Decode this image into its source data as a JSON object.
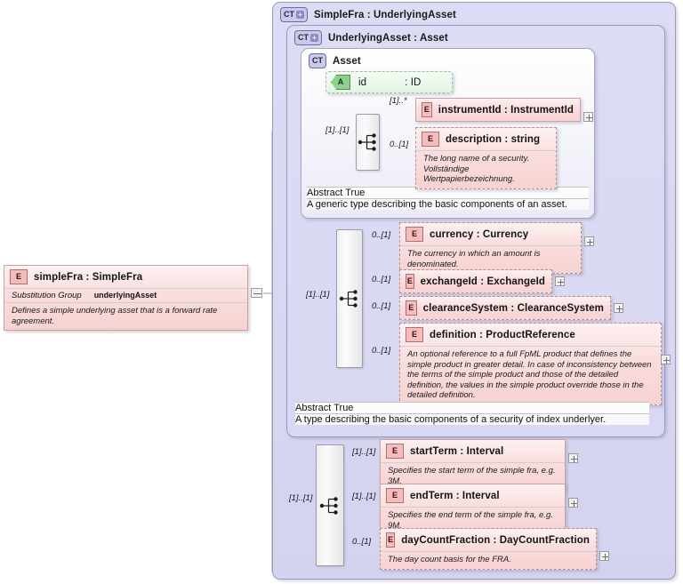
{
  "diagram": {
    "kind": "xsd-schema-diagram",
    "colors": {
      "container_fill": "#dcdcf4",
      "container_border": "#9a9ac0",
      "element_fill": "#fadddd",
      "element_border": "#c9a2a2",
      "attribute_fill": "#e4f4e4",
      "attribute_border": "#9fbf9f",
      "badge_ct_fill": "#c9c9ea",
      "badge_e_fill": "#f3bdbd",
      "badge_a_fill": "#8fd08f"
    }
  },
  "root_element": {
    "badge": "E",
    "name": "simpleFra",
    "type": "SimpleFra",
    "title": "simpleFra : SimpleFra",
    "property_key": "Substitution Group",
    "property_value": "underlyingAsset",
    "documentation": "Defines a simple underlying asset that is a forward rate agreement.",
    "collapse_control": "minus-icon"
  },
  "containers": [
    {
      "badge": "CT",
      "expand": "+",
      "name": "SimpleFra",
      "type": "UnderlyingAsset",
      "title": "SimpleFra : UnderlyingAsset"
    },
    {
      "badge": "CT",
      "expand": "+",
      "name": "UnderlyingAsset",
      "type": "Asset",
      "title": "UnderlyingAsset : Asset"
    },
    {
      "badge": "CT",
      "expand": "",
      "name": "Asset",
      "type": "",
      "title": "Asset"
    }
  ],
  "asset_group": {
    "attribute": {
      "badge": "A",
      "name": "id",
      "type": ": ID",
      "title": "id"
    },
    "sequence_cardinality": "[1]..[1]",
    "children": [
      {
        "badge": "E",
        "title": "instrumentId : InstrumentId",
        "cardinality": "[1]..*",
        "optional": false,
        "documentation": "",
        "expand": "+"
      },
      {
        "badge": "E",
        "title": "description : string",
        "cardinality": "0..[1]",
        "optional": true,
        "documentation": "The long name of a security.\nVollständige Wertpapierbezeichnung.",
        "expand": ""
      }
    ],
    "info": {
      "key": "Abstract",
      "value": "True",
      "documentation": "A generic type describing the basic components of an asset."
    }
  },
  "underlying_group": {
    "sequence_cardinality": "[1]..[1]",
    "children": [
      {
        "badge": "E",
        "title": "currency : Currency",
        "cardinality": "0..[1]",
        "optional": true,
        "documentation": "The currency in which an amount is denominated.",
        "expand": "+"
      },
      {
        "badge": "E",
        "title": "exchangeId : ExchangeId",
        "cardinality": "0..[1]",
        "optional": true,
        "documentation": "",
        "expand": "+"
      },
      {
        "badge": "E",
        "title": "clearanceSystem : ClearanceSystem",
        "cardinality": "0..[1]",
        "optional": true,
        "documentation": "",
        "expand": "+"
      },
      {
        "badge": "E",
        "title": "definition : ProductReference",
        "cardinality": "0..[1]",
        "optional": true,
        "documentation": "An optional reference to a full FpML product that defines the simple product in greater detail. In case of inconsistency between the terms of the simple product and those of the detailed definition, the values in the simple product override those in the detailed definition.",
        "expand": "+"
      }
    ],
    "info": {
      "key": "Abstract",
      "value": "True",
      "documentation": "A type describing the basic components of a security of index underlyer."
    }
  },
  "simplefra_group": {
    "sequence_cardinality": "[1]..[1]",
    "children": [
      {
        "badge": "E",
        "title": "startTerm : Interval",
        "cardinality": "[1]..[1]",
        "optional": false,
        "documentation": "Specifies the start term of the simple fra, e.g. 3M.",
        "expand": "+"
      },
      {
        "badge": "E",
        "title": "endTerm : Interval",
        "cardinality": "[1]..[1]",
        "optional": false,
        "documentation": "Specifies the end term of the simple fra, e.g. 9M.",
        "expand": "+"
      },
      {
        "badge": "E",
        "title": "dayCountFraction : DayCountFraction",
        "cardinality": "0..[1]",
        "optional": true,
        "documentation": "The day count basis for the FRA.",
        "expand": "+"
      }
    ]
  }
}
